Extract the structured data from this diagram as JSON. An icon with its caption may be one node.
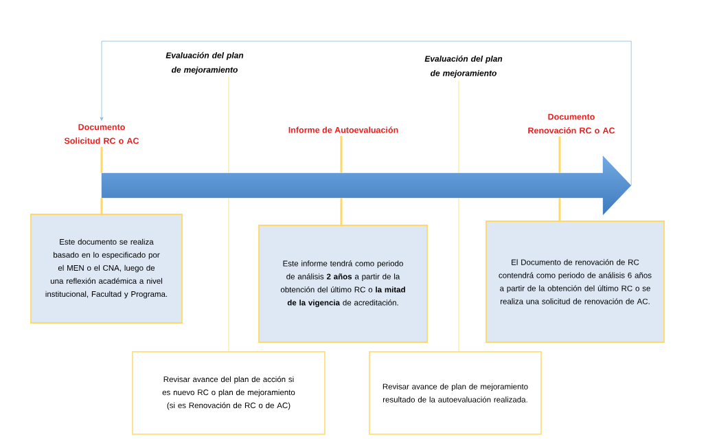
{
  "diagram": {
    "nodes": [
      {
        "text": [
          "Documento Solicitud RC o AC"
        ]
      },
      {
        "text": [
          "Evaluación del plan de mejoramiento"
        ]
      },
      {
        "text": [
          "Informe de Autoevaluación"
        ]
      },
      {
        "text": [
          "Evaluación del plan de mejoramiento"
        ]
      },
      {
        "text": [
          "Documento Renovación RC o AC"
        ]
      },
      {
        "text": [],
        "shape": "arrow"
      },
      {
        "text": [
          "Este documento se realiza basado en lo especificado por el MEN o el CNA, luego de una reflexión académica a nivel institucional, Facultad y Programa."
        ]
      },
      {
        "text": [
          "Revisar avance del plan de acción si es nuevo RC o plan de mejoramiento  (si es Renovación de RC o de AC)"
        ]
      },
      {
        "text": [
          "Este informe tendrá como periodo de análisis **2 años** a partir de la obtención del último RC o **la mitad de la vigencia** de acreditación."
        ]
      },
      {
        "text": [
          "Revisar avance de plan de mejoramiento resultado de la autoevaluación realizada."
        ]
      },
      {
        "text": [
          "El Documento de renovación de RC contendrá como periodo de análisis 6 años a partir de la obtención del último RC o se realiza una solicitud de renovación de AC."
        ]
      }
    ],
    "edges": [
      {
        "from": 0,
        "to": 5,
        "arrow": "none"
      },
      {
        "from": 5,
        "to": 6,
        "arrow": "none"
      },
      {
        "from": 1,
        "to": 5,
        "arrow": "none"
      },
      {
        "from": 5,
        "to": 7,
        "arrow": "none"
      },
      {
        "from": 2,
        "to": 5,
        "arrow": "none"
      },
      {
        "from": 5,
        "to": 8,
        "arrow": "none"
      },
      {
        "from": 3,
        "to": 5,
        "arrow": "none"
      },
      {
        "from": 5,
        "to": 9,
        "arrow": "none"
      },
      {
        "from": 4,
        "to": 5,
        "arrow": "none"
      },
      {
        "from": 5,
        "to": 10,
        "arrow": "none"
      },
      {
        "from": 5,
        "to": 0,
        "arrow": "to",
        "color": "#7cbbe8"
      }
    ]
  }
}
